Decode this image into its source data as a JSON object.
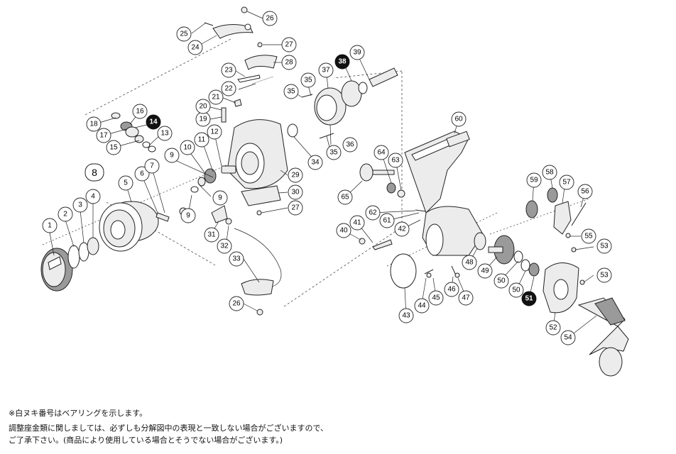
{
  "callouts": {
    "c1": "1",
    "c2": "2",
    "c3": "3",
    "c4": "4",
    "c5": "5",
    "c6": "6",
    "c7": "7",
    "c8": "8",
    "c9a": "9",
    "c9b": "9",
    "c9c": "9",
    "c10": "10",
    "c11": "11",
    "c12": "12",
    "c13": "13",
    "c14": "14",
    "c15": "15",
    "c16": "16",
    "c17": "17",
    "c18": "18",
    "c19": "19",
    "c20": "20",
    "c21": "21",
    "c22": "22",
    "c23": "23",
    "c24": "24",
    "c25": "25",
    "c26a": "26",
    "c26b": "26",
    "c27a": "27",
    "c27b": "27",
    "c28": "28",
    "c29": "29",
    "c30": "30",
    "c31": "31",
    "c32": "32",
    "c33": "33",
    "c34": "34",
    "c35a": "35",
    "c35b": "35",
    "c35c": "35",
    "c36": "36",
    "c37": "37",
    "c38": "38",
    "c39": "39",
    "c40": "40",
    "c41": "41",
    "c42": "42",
    "c43": "43",
    "c44": "44",
    "c45": "45",
    "c46": "46",
    "c47": "47",
    "c48": "48",
    "c49": "49",
    "c50a": "50",
    "c50b": "50",
    "c51": "51",
    "c52": "52",
    "c53a": "53",
    "c53b": "53",
    "c54": "54",
    "c55": "55",
    "c56": "56",
    "c57": "57",
    "c58": "58",
    "c59": "59",
    "c60": "60",
    "c61": "61",
    "c62": "62",
    "c63": "63",
    "c64": "64",
    "c65": "65"
  },
  "notes": {
    "line1": "※白ヌキ番号はベアリングを示します。",
    "line2": "調整座金類に関しましては、必ずしも分解図中の表現と一致しない場合がございますので、",
    "line3": "ご了承下さい。(商品により使用している場合とそうでない場合がございます。)"
  }
}
